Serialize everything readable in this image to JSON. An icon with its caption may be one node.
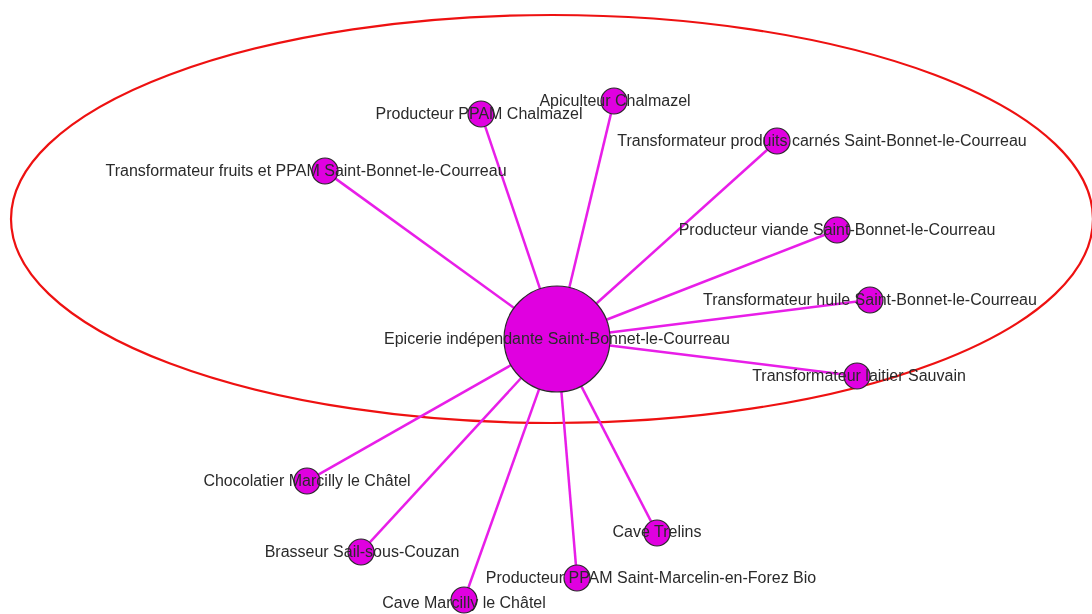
{
  "diagram": {
    "nodes": [
      {
        "text": [
          "Epicerie indépendante Saint-Bonnet-le-Courreau"
        ]
      },
      {
        "text": [
          "Transformateur fruits et PPAM Saint-Bonnet-le-Courreau"
        ]
      },
      {
        "text": [
          "Producteur PPAM Chalmazel"
        ]
      },
      {
        "text": [
          "Apiculteur Chalmazel"
        ]
      },
      {
        "text": [
          "Transformateur produits carnés Saint-Bonnet-le-Courreau"
        ]
      },
      {
        "text": [
          "Producteur viande Saint-Bonnet-le-Courreau"
        ]
      },
      {
        "text": [
          "Transformateur huile Saint-Bonnet-le-Courreau"
        ]
      },
      {
        "text": [
          "Transformateur laitier Sauvain"
        ]
      },
      {
        "text": [
          "Chocolatier Marcilly le Châtel"
        ]
      },
      {
        "text": [
          "Brasseur Sail-sous-Couzan"
        ]
      },
      {
        "text": [
          "Cave Trelins"
        ]
      },
      {
        "text": [
          "Producteur PPAM Saint-Marcelin-en-Forez Bio"
        ]
      },
      {
        "text": [
          "Cave Marcilly le Châtel"
        ]
      }
    ],
    "edges": [
      {
        "from": 0,
        "to": 1,
        "arrow": "none"
      },
      {
        "from": 0,
        "to": 2,
        "arrow": "none"
      },
      {
        "from": 0,
        "to": 3,
        "arrow": "none"
      },
      {
        "from": 0,
        "to": 4,
        "arrow": "none"
      },
      {
        "from": 0,
        "to": 5,
        "arrow": "none"
      },
      {
        "from": 0,
        "to": 6,
        "arrow": "none"
      },
      {
        "from": 0,
        "to": 7,
        "arrow": "none"
      },
      {
        "from": 0,
        "to": 8,
        "arrow": "none"
      },
      {
        "from": 0,
        "to": 9,
        "arrow": "none"
      },
      {
        "from": 0,
        "to": 10,
        "arrow": "none"
      },
      {
        "from": 0,
        "to": 11,
        "arrow": "none"
      },
      {
        "from": 0,
        "to": 12,
        "arrow": "none"
      }
    ]
  }
}
